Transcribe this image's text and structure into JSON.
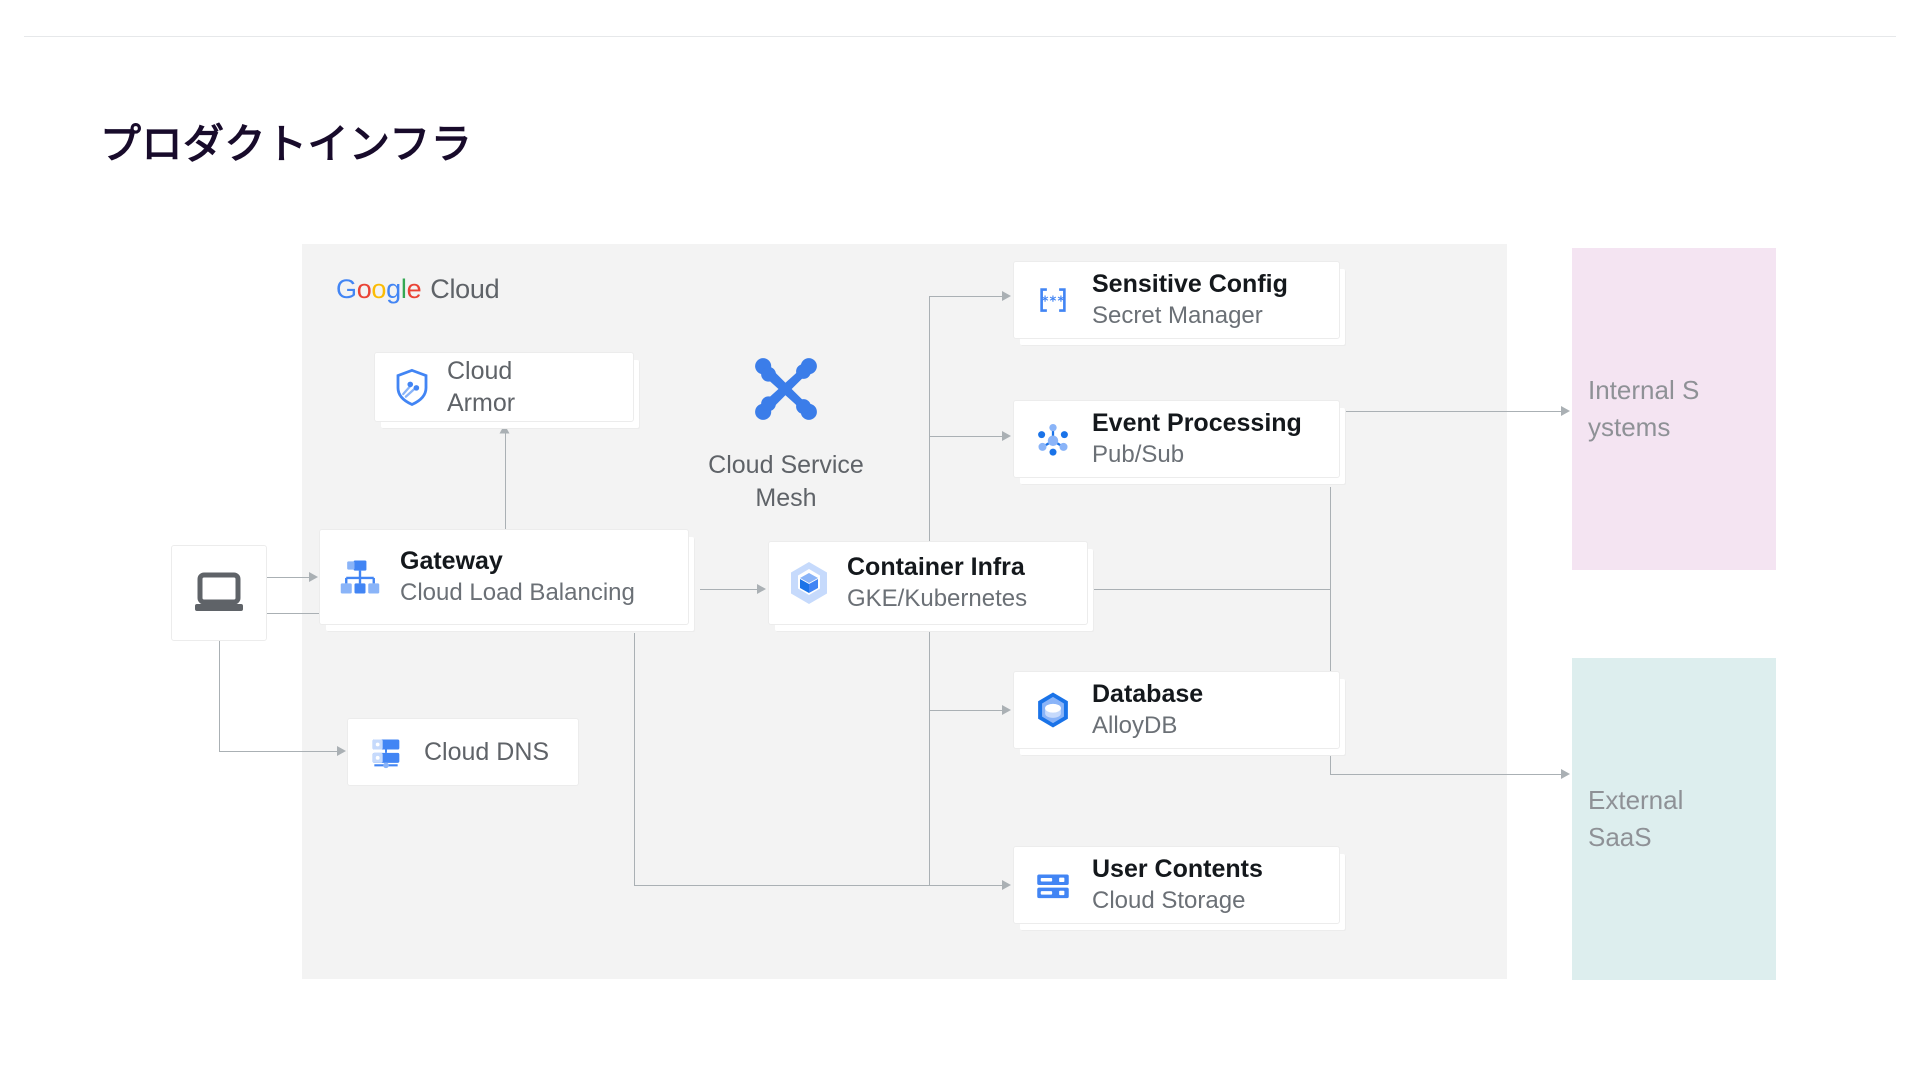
{
  "page": {
    "title": "プロダクトインフラ"
  },
  "platform": {
    "logo": {
      "word_google": [
        "G",
        "o",
        "o",
        "g",
        "l",
        "e"
      ],
      "word_cloud": "Cloud",
      "full": "Google Cloud"
    }
  },
  "mesh": {
    "icon": "cloud-service-mesh-icon",
    "label_line1": "Cloud Service",
    "label_line2": "Mesh"
  },
  "nodes": {
    "laptop": {
      "icon": "laptop-icon",
      "title": "",
      "subtitle": ""
    },
    "armor": {
      "icon": "cloud-armor-shield-icon",
      "line1": "Cloud",
      "line2": "Armor"
    },
    "gateway": {
      "icon": "load-balancing-icon",
      "title": "Gateway",
      "subtitle": "Cloud Load Balancing"
    },
    "dns": {
      "icon": "cloud-dns-icon",
      "title": "Cloud DNS"
    },
    "gke": {
      "icon": "gke-hexagon-icon",
      "title": "Container Infra",
      "subtitle": "GKE/Kubernetes"
    },
    "secret": {
      "icon": "secret-manager-icon",
      "title": "Sensitive Config",
      "subtitle": "Secret Manager"
    },
    "pubsub": {
      "icon": "pubsub-nodes-icon",
      "title": "Event Processing",
      "subtitle": "Pub/Sub"
    },
    "database": {
      "icon": "alloydb-icon",
      "title": "Database",
      "subtitle": "AlloyDB"
    },
    "storage": {
      "icon": "cloud-storage-icon",
      "title": "User Contents",
      "subtitle": "Cloud Storage"
    }
  },
  "zones": {
    "internal": {
      "label": "Internal Systems",
      "color": "#f4e4f2"
    },
    "external": {
      "label": "External SaaS",
      "color": "#ddeeee"
    }
  },
  "colors": {
    "title_text": "#180b2b",
    "panel_bg": "#f3f3f3",
    "card_bg": "#ffffff",
    "connector": "#aab0b4",
    "accent_blue": "#4285F4",
    "heading_text": "#14181c",
    "sub_text": "#6b7076",
    "muted_text": "#8e9196"
  },
  "connections": [
    {
      "from": "laptop",
      "to": "gateway"
    },
    {
      "from": "laptop",
      "to": "dns"
    },
    {
      "from": "gateway",
      "to": "armor"
    },
    {
      "from": "gateway",
      "to": "gke"
    },
    {
      "from": "gateway",
      "to": "storage"
    },
    {
      "from": "gke",
      "to": "secret"
    },
    {
      "from": "gke",
      "to": "pubsub"
    },
    {
      "from": "gke",
      "to": "database"
    },
    {
      "from": "gke",
      "to": "storage"
    },
    {
      "from": "pubsub",
      "to": "internal"
    },
    {
      "from": "database",
      "to": "external"
    }
  ]
}
